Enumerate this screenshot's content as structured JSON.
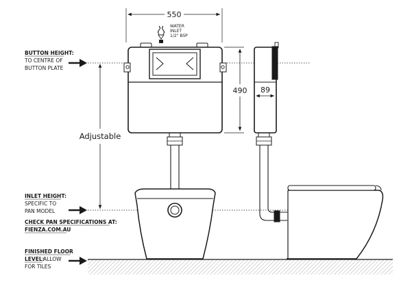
{
  "dimensions": {
    "width": "550",
    "height": "490",
    "depth": "89"
  },
  "water_inlet": {
    "line1": "WATER",
    "line2": "INLET",
    "line3": "1/2\" BSP"
  },
  "adjustable_label": "Adjustable",
  "button_height": {
    "title": "BUTTON HEIGHT:",
    "line1": "TO CENTRE OF",
    "line2": "BUTTON PLATE"
  },
  "inlet_height": {
    "title": "INLET HEIGHT:",
    "line1": "SPECIFIC TO",
    "line2": "PAN MODEL"
  },
  "check_pan": {
    "line1": "CHECK PAN SPECIFICATIONS AT:",
    "line2": "FIENZA.COM.AU"
  },
  "finished_floor": {
    "title": "FINISHED FLOOR",
    "line1_rest": "LEVEL:",
    "line1_tail": " ALLOW",
    "line2": "FOR TILES"
  },
  "colors": {
    "ink": "#1a1a1a",
    "hatch": "#9a9a9a"
  }
}
